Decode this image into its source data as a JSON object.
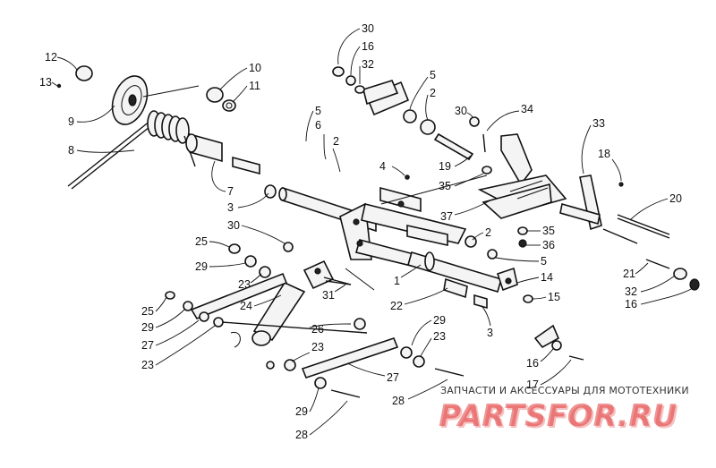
{
  "watermark": {
    "caption": "ЗАПЧАСТИ И АКСЕССУАРЫ ДЛЯ МОТОТЕХНИКИ",
    "logo_text": "PARTSFOR.RU",
    "logo_color": "#e23b3b",
    "logo_shadow": "#f3b0b0"
  },
  "callouts": [
    {
      "n": "12"
    },
    {
      "n": "13"
    },
    {
      "n": "9"
    },
    {
      "n": "8"
    },
    {
      "n": "10"
    },
    {
      "n": "11"
    },
    {
      "n": "7"
    },
    {
      "n": "3"
    },
    {
      "n": "30"
    },
    {
      "n": "16"
    },
    {
      "n": "32"
    },
    {
      "n": "5"
    },
    {
      "n": "2"
    },
    {
      "n": "30"
    },
    {
      "n": "34"
    },
    {
      "n": "33"
    },
    {
      "n": "18"
    },
    {
      "n": "5"
    },
    {
      "n": "6"
    },
    {
      "n": "2"
    },
    {
      "n": "4"
    },
    {
      "n": "19"
    },
    {
      "n": "35"
    },
    {
      "n": "20"
    },
    {
      "n": "37"
    },
    {
      "n": "25"
    },
    {
      "n": "29"
    },
    {
      "n": "23"
    },
    {
      "n": "31"
    },
    {
      "n": "2"
    },
    {
      "n": "35"
    },
    {
      "n": "36"
    },
    {
      "n": "5"
    },
    {
      "n": "21"
    },
    {
      "n": "14"
    },
    {
      "n": "32"
    },
    {
      "n": "1"
    },
    {
      "n": "15"
    },
    {
      "n": "16"
    },
    {
      "n": "22"
    },
    {
      "n": "30"
    },
    {
      "n": "25"
    },
    {
      "n": "29"
    },
    {
      "n": "24"
    },
    {
      "n": "27"
    },
    {
      "n": "26"
    },
    {
      "n": "3"
    },
    {
      "n": "23"
    },
    {
      "n": "29"
    },
    {
      "n": "23"
    },
    {
      "n": "23"
    },
    {
      "n": "16"
    },
    {
      "n": "27"
    },
    {
      "n": "17"
    },
    {
      "n": "28"
    },
    {
      "n": "29"
    },
    {
      "n": "28"
    }
  ]
}
